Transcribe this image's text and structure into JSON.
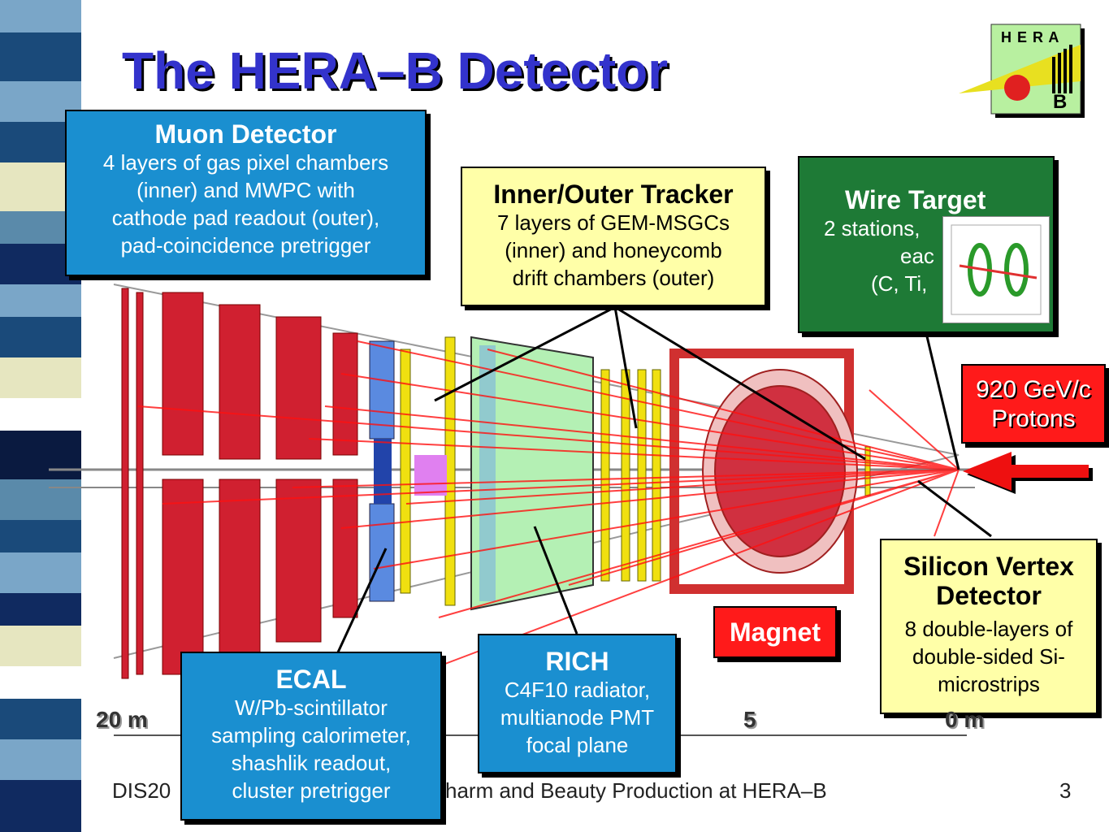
{
  "title": "The HERA–B Detector",
  "logo": {
    "text": "H E R A",
    "sub": "B"
  },
  "boxes": {
    "muon": {
      "heading": "Muon Detector",
      "lines": [
        "4 layers of gas pixel chambers",
        "(inner) and MWPC with",
        "cathode pad readout (outer),",
        "pad-coincidence pretrigger"
      ]
    },
    "tracker": {
      "heading": "Inner/Outer Tracker",
      "lines": [
        "7 layers of GEM-MSGCs",
        "(inner) and honeycomb",
        "drift chambers (outer)"
      ]
    },
    "wire": {
      "heading": "Wire Target",
      "lines": [
        "2 stations,",
        "eac",
        "(C, Ti,"
      ]
    },
    "protons": {
      "line1": "920 GeV/c",
      "line2": "Protons"
    },
    "silicon": {
      "heading1": "Silicon Vertex",
      "heading2": "Detector",
      "lines": [
        "8 double-layers of",
        "double-sided Si-",
        "microstrips"
      ]
    },
    "magnet": {
      "heading": "Magnet"
    },
    "rich": {
      "heading": "RICH",
      "lines": [
        "C4F10 radiator,",
        "multianode PMT",
        "focal plane"
      ]
    },
    "ecal": {
      "heading": "ECAL",
      "lines": [
        "W/Pb-scintillator",
        "sampling calorimeter,",
        "shashlik readout,",
        "cluster pretrigger"
      ]
    }
  },
  "scale": {
    "left": "20 m",
    "mid": "5",
    "right": "0 m"
  },
  "footer": {
    "left": "DIS20",
    "center": "harm and Beauty Production at HERA–B",
    "page": "3"
  }
}
